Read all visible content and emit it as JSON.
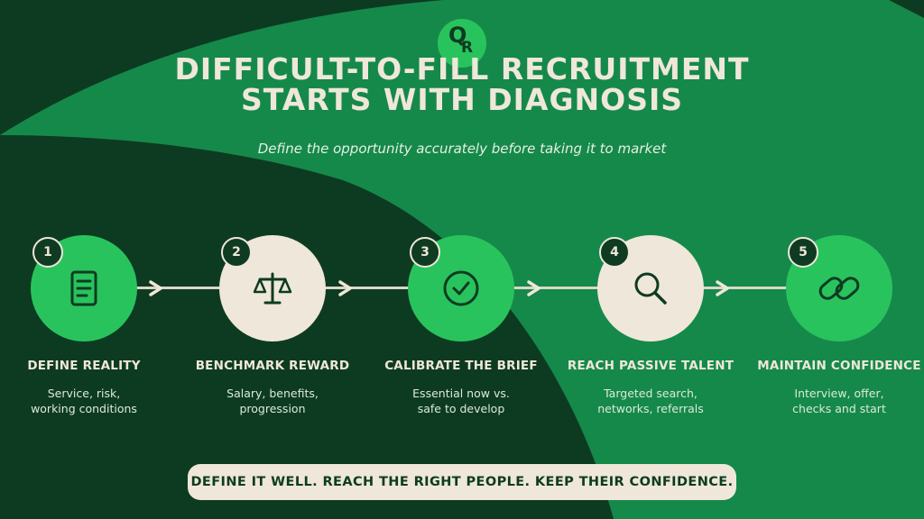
{
  "logo": {
    "letter_1": "Q",
    "letter_2": "R"
  },
  "header": {
    "title_line_1": "DIFFICULT-TO-FILL RECRUITMENT",
    "title_line_2": "STARTS WITH DIAGNOSIS",
    "subtitle": "Define the opportunity accurately before taking it to market"
  },
  "steps": [
    {
      "number": "1",
      "title": "DEFINE REALITY",
      "desc_line_1": "Service, risk,",
      "desc_line_2": "working conditions",
      "icon": "document-icon"
    },
    {
      "number": "2",
      "title": "BENCHMARK REWARD",
      "desc_line_1": "Salary, benefits,",
      "desc_line_2": "progression",
      "icon": "scales-icon"
    },
    {
      "number": "3",
      "title": "CALIBRATE THE BRIEF",
      "desc_line_1": "Essential now vs.",
      "desc_line_2": "safe to develop",
      "icon": "check-circle-icon"
    },
    {
      "number": "4",
      "title": "REACH PASSIVE TALENT",
      "desc_line_1": "Targeted search,",
      "desc_line_2": "networks, referrals",
      "icon": "search-icon"
    },
    {
      "number": "5",
      "title": "MAINTAIN CONFIDENCE",
      "desc_line_1": "Interview, offer,",
      "desc_line_2": "checks and start",
      "icon": "link-icon"
    }
  ],
  "banner": {
    "text": "DEFINE IT WELL. REACH THE RIGHT PEOPLE. KEEP THEIR CONFIDENCE."
  },
  "colors": {
    "dark_green": "#0d3b21",
    "mid_green": "#15894a",
    "bright_green": "#29c35e",
    "cream": "#efe7d9"
  }
}
